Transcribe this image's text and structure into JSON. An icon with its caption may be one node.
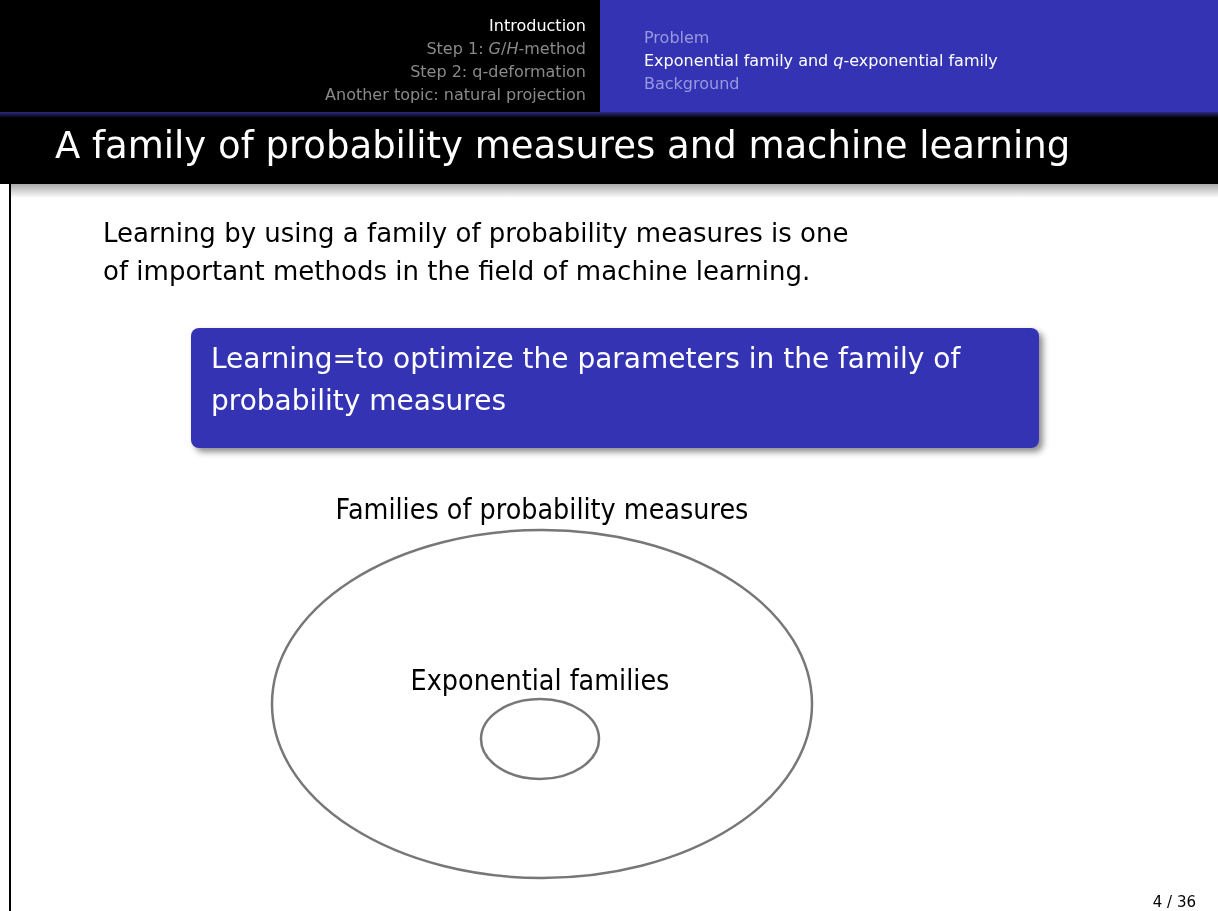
{
  "diagram": {
    "title": "A family of probability measures and machine learning",
    "nodes": [
      {
        "text": [
          "Learning=to optimize the parameters in the family of probability measures"
        ]
      },
      {
        "text": [
          "Families of probability measures"
        ]
      },
      {
        "text": [
          "Exponential families"
        ],
        "in": 1
      }
    ],
    "edges": [],
    "labels": [
      "Introduction",
      "Step 1: *G*/*H*-method",
      "Step 2: q-deformation",
      "Another topic: natural projection",
      "Problem",
      "Exponential family and *q*-exponential family",
      "Background",
      "Learning by using a family of probability measures is one of important methods in the field of machine learning.",
      "4 / 36"
    ]
  }
}
